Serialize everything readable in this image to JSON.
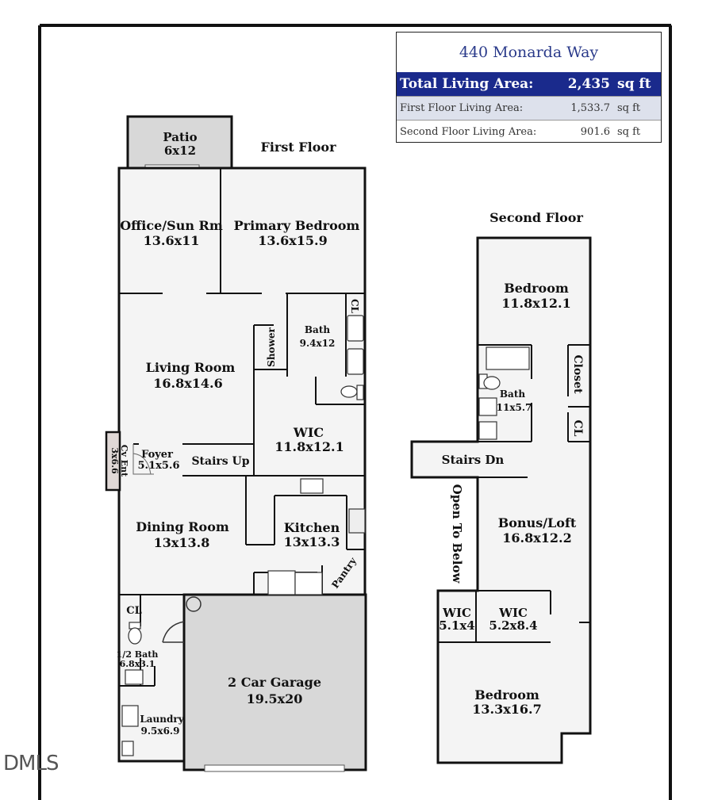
{
  "info_table": {
    "address": "440 Monarda Way",
    "total_label": "Total Living Area:",
    "total_value": "2,435",
    "total_unit": "sq ft",
    "first_label": "First Floor Living Area:",
    "first_value": "1,533.7",
    "first_unit": "sq ft",
    "second_label": "Second Floor Living Area:",
    "second_value": "901.6",
    "second_unit": "sq ft"
  },
  "floor_titles": {
    "first": "First Floor",
    "second": "Second Floor"
  },
  "first_floor_rooms": {
    "patio": {
      "name": "Patio",
      "size": "6x12"
    },
    "office": {
      "name": "Office/Sun Rm",
      "size": "13.6x11"
    },
    "primary_bedroom": {
      "name": "Primary Bedroom",
      "size": "13.6x15.9"
    },
    "bath": {
      "name": "Bath",
      "size": "9.4x12"
    },
    "shower": {
      "name": "Shower"
    },
    "cl": {
      "name": "CL"
    },
    "living_room": {
      "name": "Living Room",
      "size": "16.8x14.6"
    },
    "wic": {
      "name": "WIC",
      "size": "11.8x12.1"
    },
    "foyer": {
      "name": "Foyer",
      "size": "5.1x5.6"
    },
    "cv_ent": {
      "name": "Cv Ent",
      "size": "3x6.6"
    },
    "stairs_up": {
      "name": "Stairs Up"
    },
    "dining_room": {
      "name": "Dining Room",
      "size": "13x13.8"
    },
    "kitchen": {
      "name": "Kitchen",
      "size": "13x13.3"
    },
    "pantry": {
      "name": "Pantry"
    },
    "cl2": {
      "name": "CL"
    },
    "half_bath": {
      "name": "1/2 Bath",
      "size": "6.8x3.1"
    },
    "laundry": {
      "name": "Laundry",
      "size": "9.5x6.9"
    },
    "garage": {
      "name": "2 Car Garage",
      "size": "19.5x20"
    }
  },
  "second_floor_rooms": {
    "bedroom1": {
      "name": "Bedroom",
      "size": "11.8x12.1"
    },
    "closet": {
      "name": "Closet"
    },
    "bath": {
      "name": "Bath",
      "size": "11x5.7"
    },
    "cl": {
      "name": "CL"
    },
    "stairs_dn": {
      "name": "Stairs Dn"
    },
    "open_to_below": {
      "name": "Open To Below"
    },
    "bonus_loft": {
      "name": "Bonus/Loft",
      "size": "16.8x12.2"
    },
    "wic1": {
      "name": "WIC",
      "size": "5.1x4"
    },
    "wic2": {
      "name": "WIC",
      "size": "5.2x8.4"
    },
    "bedroom2": {
      "name": "Bedroom",
      "size": "13.3x16.7"
    }
  },
  "watermark": "DMLS",
  "colors": {
    "wall": "#1a1a1a",
    "floor": "#f4f4f4",
    "garage": "#d8d8d8",
    "patio": "#d8d8d8",
    "table_header": "#1a2a8c",
    "table_row": "#dde1ec",
    "address_text": "#2a3a8a"
  }
}
